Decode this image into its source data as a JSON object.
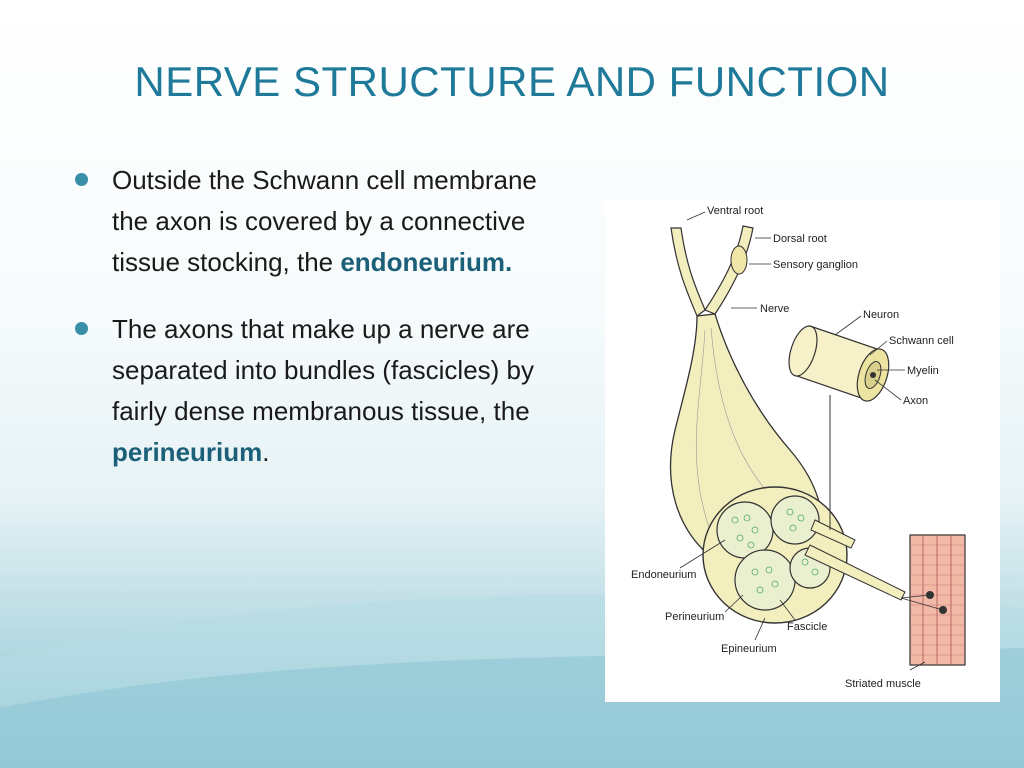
{
  "slide": {
    "title": "NERVE STRUCTURE AND FUNCTION",
    "bullets": [
      {
        "text": "Outside the Schwann cell membrane the axon is covered by a connective tissue stocking, the ",
        "bold": "endoneurium.",
        "after": ""
      },
      {
        "text": "The axons that make up a nerve are separated into bundles (fascicles) by fairly dense membranous tissue, the ",
        "bold": "perineurium",
        "after": "."
      }
    ]
  },
  "diagram": {
    "labels": {
      "ventral_root": "Ventral root",
      "dorsal_root": "Dorsal root",
      "sensory_ganglion": "Sensory ganglion",
      "nerve": "Nerve",
      "neuron": "Neuron",
      "schwann_cell": "Schwann cell",
      "myelin": "Myelin",
      "axon": "Axon",
      "endoneurium": "Endoneurium",
      "perineurium": "Perineurium",
      "fascicle": "Fascicle",
      "epineurium": "Epineurium",
      "striated_muscle": "Striated muscle"
    },
    "colors": {
      "nerve_fill": "#f3eebe",
      "muscle_fill": "#f2b9a6",
      "outline": "#333333"
    }
  }
}
